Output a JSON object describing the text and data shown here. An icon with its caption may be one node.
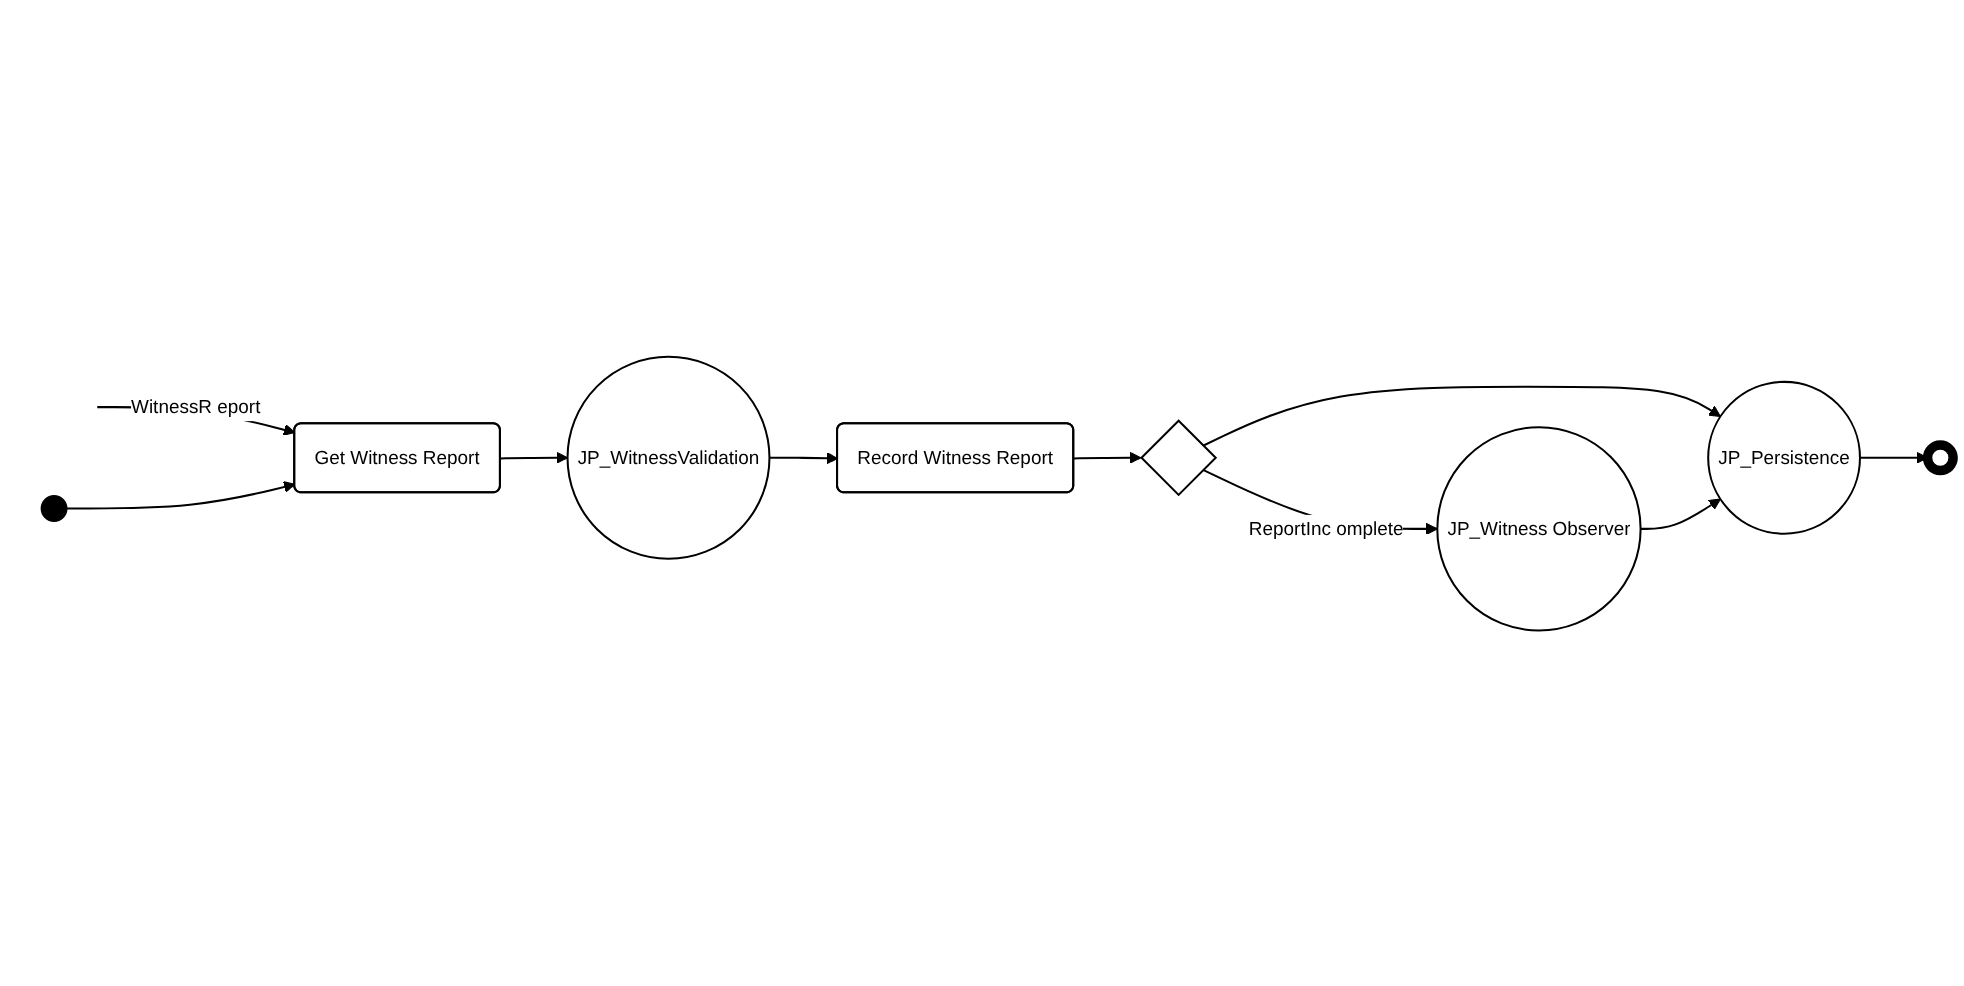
{
  "diagram": {
    "nodes": [
      {
        "text": [],
        "shape": "circle"
      },
      {
        "text": [
          "Get Witness Report"
        ]
      },
      {
        "text": [
          "JP_WitnessValidation"
        ]
      },
      {
        "text": [
          "Record Witness Report"
        ]
      },
      {
        "text": [],
        "shape": "diamond"
      },
      {
        "text": [
          "JP_Witness Observer"
        ]
      },
      {
        "text": [
          "JP_Persistence"
        ]
      },
      {
        "text": [],
        "shape": "circle"
      }
    ],
    "edges": [
      {
        "from": null,
        "to": 1,
        "arrow": "to",
        "label": "WitnessR eport"
      },
      {
        "from": 0,
        "to": 1,
        "arrow": "to"
      },
      {
        "from": 1,
        "to": 2,
        "arrow": "to"
      },
      {
        "from": 2,
        "to": 3,
        "arrow": "to"
      },
      {
        "from": 3,
        "to": 4,
        "arrow": "to"
      },
      {
        "from": 4,
        "to": 5,
        "arrow": "to",
        "label": "ReportInc omplete"
      },
      {
        "from": 4,
        "to": 6,
        "arrow": "to"
      },
      {
        "from": 5,
        "to": 6,
        "arrow": "to"
      },
      {
        "from": 6,
        "to": 7,
        "arrow": "to"
      }
    ]
  }
}
